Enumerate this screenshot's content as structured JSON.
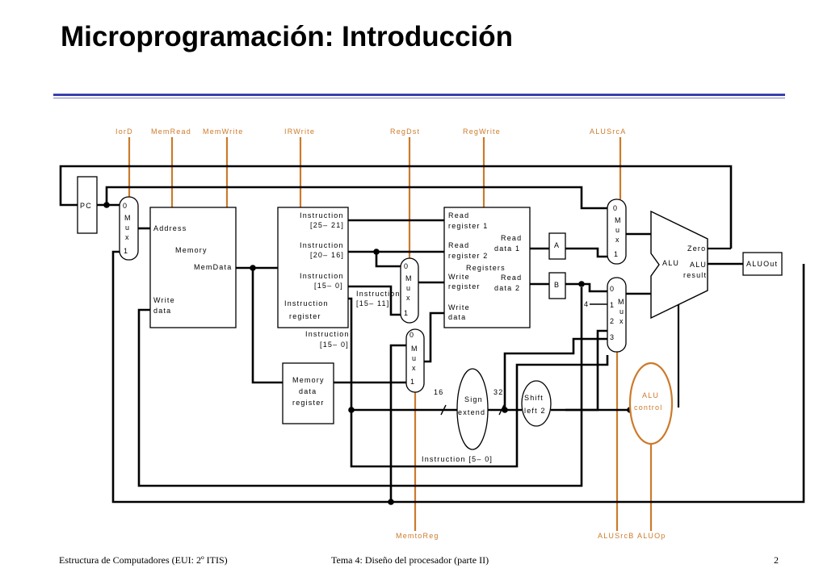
{
  "slide": {
    "title": "Microprogramación: Introducción",
    "footer_left": "Estructura de Computadores (EUI: 2º ITIS)",
    "footer_center": "Tema 4: Diseño del procesador (parte II)",
    "page_number": "2"
  },
  "colors": {
    "control": "#cc7a2b",
    "wire": "#000000",
    "rule": "#3b3fae"
  },
  "control_signals": {
    "iord": "IorD",
    "memread": "MemRead",
    "memwrite": "MemWrite",
    "irwrite": "IRWrite",
    "regdst": "RegDst",
    "regwrite": "RegWrite",
    "alusrca": "ALUSrcA",
    "memtoreg": "MemtoReg",
    "alusrcb": "ALUSrcB",
    "aluop": "ALUOp"
  },
  "blocks": {
    "pc": "PC",
    "memory": {
      "address": "Address",
      "name": "Memory",
      "memdata": "MemData",
      "write": "Write",
      "data": "data"
    },
    "ir": {
      "f1a": "Instruction",
      "f1b": "[25– 21]",
      "f2a": "Instruction",
      "f2b": "[20– 16]",
      "f3a": "Instruction",
      "f3b": "[15– 0]",
      "n1": "Instruction",
      "n2": "register"
    },
    "mdr": {
      "l1": "Memory",
      "l2": "data",
      "l3": "register"
    },
    "regs": {
      "rr1a": "Read",
      "rr1b": "register 1",
      "rr2a": "Read",
      "rr2b": "register 2",
      "wra": "Write",
      "wrb": "register",
      "wda": "Write",
      "wdb": "data",
      "rd1a": "Read",
      "rd1b": "data 1",
      "rd2a": "Read",
      "rd2b": "data 2",
      "name": "Registers"
    },
    "a": "A",
    "b": "B",
    "alu": {
      "name": "ALU",
      "zero": "Zero",
      "res1": "ALU",
      "res2": "result"
    },
    "aluout": "ALUOut",
    "sign": {
      "l1": "Sign",
      "l2": "extend"
    },
    "shift": {
      "l1": "Shift",
      "l2": "left 2"
    },
    "aluctl": {
      "l1": "ALU",
      "l2": "control"
    }
  },
  "mux_labels": {
    "zero": "0",
    "one": "1",
    "two": "2",
    "three": "3",
    "m": "M",
    "u": "u",
    "x": "x"
  },
  "wire_labels": {
    "ir_15_11a": "Instruction",
    "ir_15_11b": "[15– 11]",
    "ir_15_0a": "Instruction",
    "ir_15_0b": "[15– 0]",
    "ir_5_0": "Instruction [5– 0]",
    "w16": "16",
    "w32": "32",
    "const4": "4"
  }
}
